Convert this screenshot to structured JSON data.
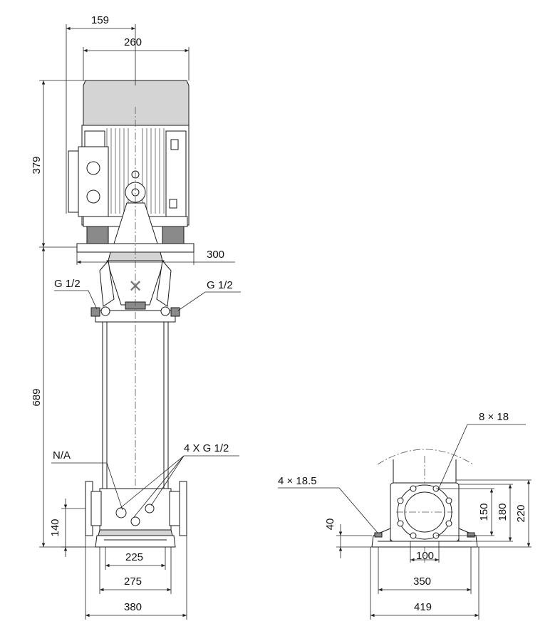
{
  "front_view": {
    "dims": {
      "motor_offset": "159",
      "motor_width": "260",
      "motor_height": "379",
      "flange_width": "300",
      "pump_height": "689",
      "inlet_height": "140",
      "foot_inner": "225",
      "foot_mid": "275",
      "foot_outer": "380"
    },
    "labels": {
      "port_left": "G 1/2",
      "port_right": "G 1/2",
      "na": "N/A",
      "drain_ports": "4 X G 1/2"
    }
  },
  "side_view": {
    "dims": {
      "bolt_holes": "8 × 18",
      "foot_holes": "4 × 18.5",
      "foot_height": "40",
      "pcd_150": "150",
      "pcd_180": "180",
      "flange_220": "220",
      "nominal_100": "100",
      "foot_350": "350",
      "foot_419": "419"
    }
  }
}
